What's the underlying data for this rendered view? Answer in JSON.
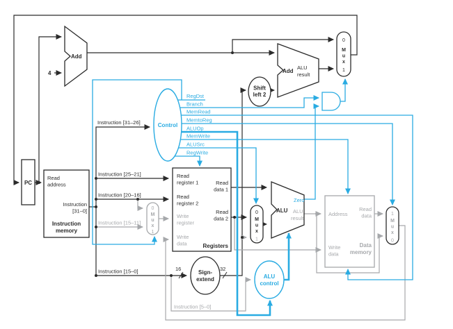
{
  "colors": {
    "wire": "#2b2b2b",
    "control": "#29abe2",
    "inactive": "#a6a8ab"
  },
  "labels": {
    "pc": "PC",
    "four": "4",
    "add_pc": "Add",
    "add_branch": "Add",
    "add_branch_result": [
      "ALU",
      "result"
    ],
    "imem": {
      "read_address": [
        "Read",
        "address"
      ],
      "instruction": [
        "Instruction",
        "[31–0]"
      ],
      "title": [
        "Instruction",
        "memory"
      ]
    },
    "control": {
      "title": "Control",
      "signals": [
        "RegDst",
        "Branch",
        "MemRead",
        "MemtoReg",
        "ALUOp",
        "MemWrite",
        "ALUSrc",
        "RegWrite"
      ]
    },
    "ifields": {
      "f3126": "Instruction [31–26]",
      "f2521": "Instruction [25–21]",
      "f2016": "Instruction [20–16]",
      "f1511": "Instruction [15–11]",
      "f150": "Instruction [15–0]",
      "f50": "Instruction [5–0]"
    },
    "registers": {
      "rr1": [
        "Read",
        "register 1"
      ],
      "rr2": [
        "Read",
        "register 2"
      ],
      "wr": [
        "Write",
        "register"
      ],
      "wd": [
        "Write",
        "data"
      ],
      "rd1": [
        "Read",
        "data 1"
      ],
      "rd2": [
        "Read",
        "data 2"
      ],
      "title": "Registers"
    },
    "mux": {
      "pcsrc": [
        "0",
        "M",
        "u",
        "x",
        "1"
      ],
      "regdst": [
        "0",
        "M",
        "u",
        "x",
        "1"
      ],
      "alusrc": [
        "0",
        "M",
        "u",
        "x",
        "1"
      ],
      "memtoreg": [
        "1",
        "M",
        "u",
        "x",
        "0"
      ]
    },
    "shift": [
      "Shift",
      "left 2"
    ],
    "sign": [
      "Sign-",
      "extend"
    ],
    "aluctl": [
      "ALU",
      "control"
    ],
    "alu": {
      "title": "ALU",
      "zero": "Zero",
      "result": [
        "ALU",
        "result"
      ]
    },
    "dmem": {
      "address": "Address",
      "read_data": [
        "Read",
        "data"
      ],
      "write_data": [
        "Write",
        "data"
      ],
      "title": [
        "Data",
        "memory"
      ]
    },
    "bits": {
      "b16": "16",
      "b32": "32"
    }
  }
}
